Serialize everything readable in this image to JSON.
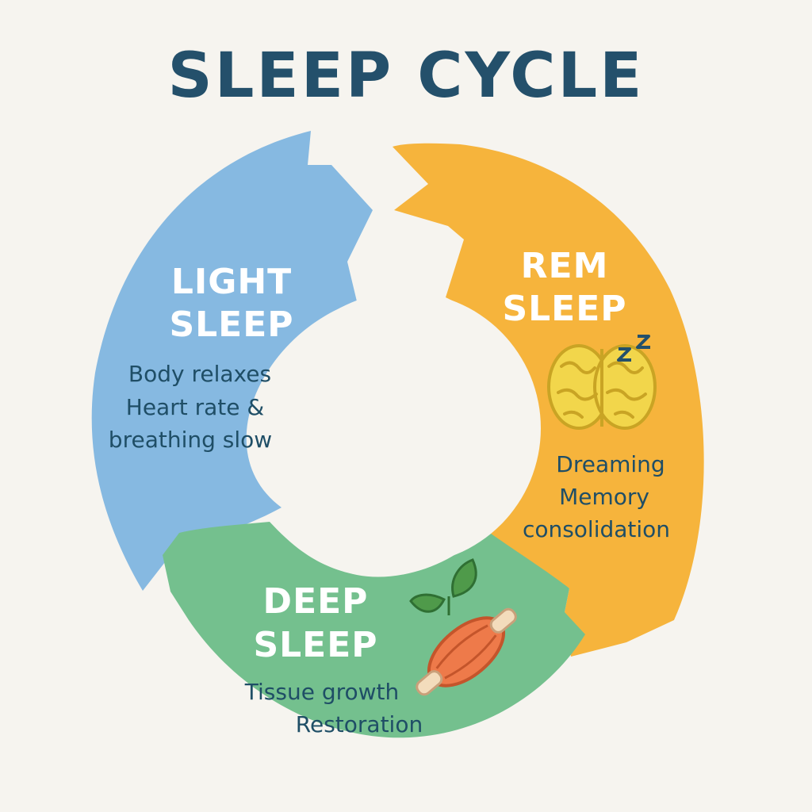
{
  "title": "SLEEP CYCLE",
  "stages": {
    "light": {
      "title_line1": "LIGHT",
      "title_line2": "SLEEP",
      "desc": [
        "Body relaxes",
        "Heart rate &",
        "breathing slow"
      ],
      "color": "#86b9e1"
    },
    "rem": {
      "title_line1": "REM",
      "title_line2": "SLEEP",
      "desc": [
        "Dreaming",
        "Memory",
        "consolidation"
      ],
      "color": "#f6b43c",
      "icon": "brain-icon"
    },
    "deep": {
      "title_line1": "DEEP",
      "title_line2": "SLEEP",
      "desc": [
        "Tissue growth",
        "Restoration"
      ],
      "color": "#74c08e",
      "icon": "muscle-leaf-icon"
    }
  },
  "colors": {
    "background": "#f6f4ef",
    "title": "#24506b",
    "description": "#1f4e66"
  }
}
